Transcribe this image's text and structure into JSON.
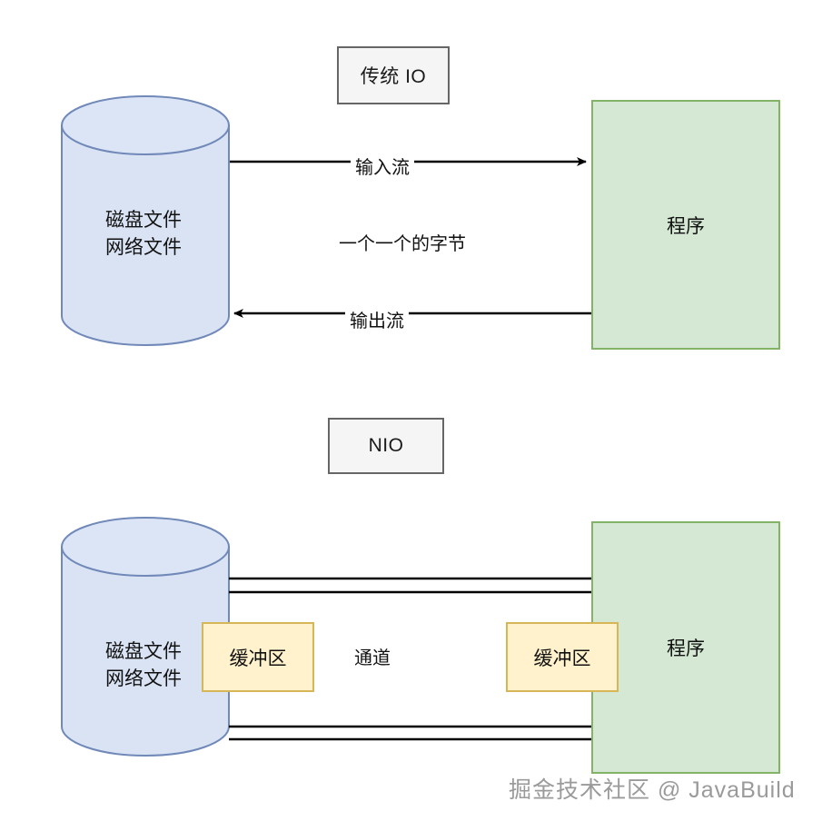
{
  "diagram": {
    "title_io": "传统 IO",
    "title_nio": "NIO",
    "watermark": "掘金技术社区 @ JavaBuild",
    "colors": {
      "cylinder_fill": "#dae3f3",
      "cylinder_stroke": "#7089b8",
      "program_fill": "#d5e8d4",
      "program_stroke": "#82b366",
      "buffer_fill": "#fff2cc",
      "buffer_stroke": "#d6b656",
      "title_fill": "#f5f5f5",
      "title_stroke": "#666666",
      "line": "#000000",
      "watermark": "#9a9a9a",
      "background": "#ffffff"
    },
    "io_section": {
      "storage_label": "磁盘文件\n网络文件",
      "program_label": "程序",
      "input_stream_label": "输入流",
      "byte_note_label": "一个一个的字节",
      "output_stream_label": "输出流"
    },
    "nio_section": {
      "storage_label": "磁盘文件\n网络文件",
      "program_label": "程序",
      "buffer_left_label": "缓冲区",
      "buffer_right_label": "缓冲区",
      "channel_label": "通道"
    }
  }
}
